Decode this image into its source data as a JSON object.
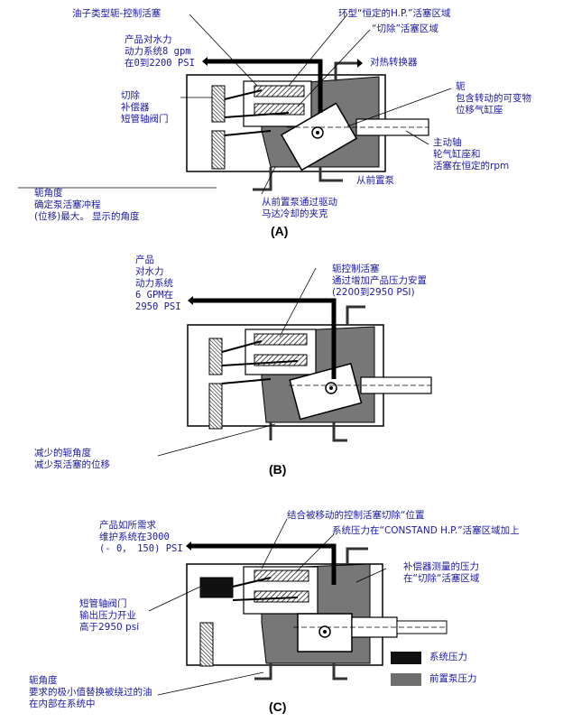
{
  "colors": {
    "system_pressure": "#111111",
    "pump_pressure": "#6e6e6e",
    "label_text": "#1a1aa0"
  },
  "diagram_a": {
    "caption": "(A)",
    "labels": {
      "piston_type": "油子类型轭-控制活塞",
      "ring_hp": "环型“恒定的H.P.”活塞区域",
      "cutoff_area": "“切除”活塞区域",
      "product_flow": "产品对水力\n动力系统8 gpm\n在0到2200 PSI",
      "heat_exchanger": "对热转换器",
      "compensator": "切除\n补偿器\n短管轴阀门",
      "yoke": "轭\n包含转动的可变物\n位移气缸座",
      "main_shaft": "主动轴\n轮气缸座和\n活塞在恒定的rpm",
      "from_front_pump": "从前置泵",
      "yoke_angle": "轭角度\n确定泵活塞冲程\n(位移)最大。 显示的角度",
      "motor_cooling": "从前置泵通过驱动\n马达冷却的夹克"
    }
  },
  "diagram_b": {
    "caption": "(B)",
    "labels": {
      "product_flow": "产品\n对水力\n动力系统\n6 GPM在\n2950 PSI",
      "yoke_control": "轭控制活塞\n通过增加产品压力安置\n(2200到2950 PSI)",
      "reduced_angle": "减少的轭角度\n减少泵活塞的位移"
    }
  },
  "diagram_c": {
    "caption": "(C)",
    "labels": {
      "combined_cutoff": "结合被移动的控制活塞切除“位置",
      "system_pressure_hp": "系统压力在“CONSTAND H.P.”活塞区域加上",
      "product_demand": "产品如所需求\n维护系统在3000\n(- 0， 150) PSI",
      "compensator_measured": "补偿器测量的压力\n在“切除“活塞区域",
      "spool_valve": "短管轴阀门\n输出压力开业\n高于2950 psi",
      "yoke_angle_min": "轭角度\n要求的极小值替换被绕过的油\n在内部在系统中"
    }
  },
  "legend": {
    "items": [
      {
        "label": "系统压力",
        "color": "#111111"
      },
      {
        "label": "前置泵压力",
        "color": "#6e6e6e"
      }
    ]
  }
}
